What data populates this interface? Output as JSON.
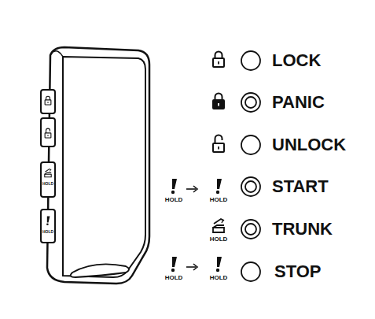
{
  "diagram": {
    "labels": [
      "HOLD",
      "HOLD",
      "LOCK",
      "PANIC",
      "UNLOCK",
      "HOLD",
      "HOLD",
      "START",
      "HOLD",
      "TRUNK",
      "HOLD",
      "HOLD",
      "STOP"
    ]
  }
}
